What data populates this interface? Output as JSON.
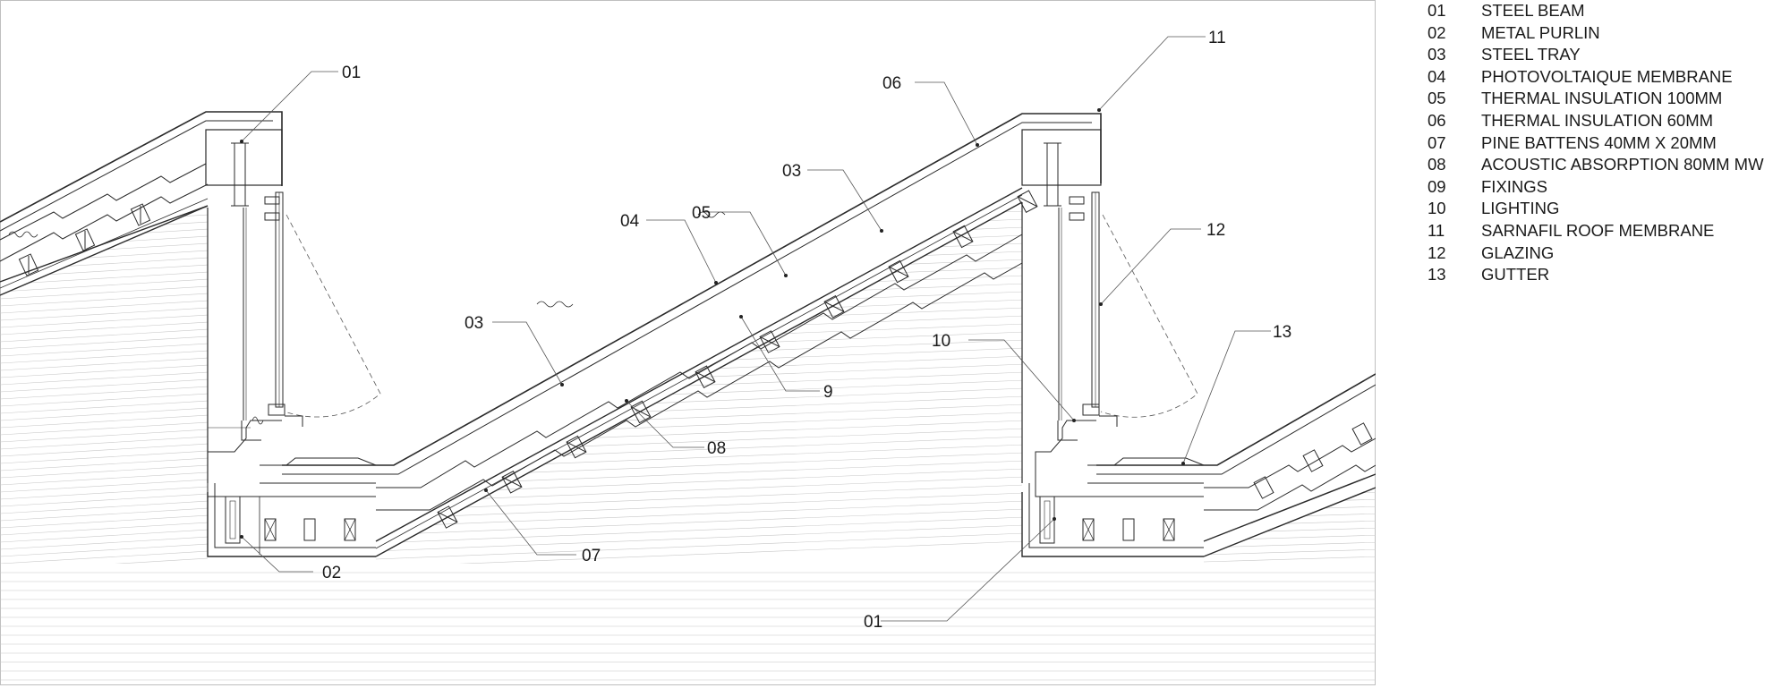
{
  "legend": [
    {
      "num": "01",
      "text": "STEEL BEAM"
    },
    {
      "num": "02",
      "text": "METAL PURLIN"
    },
    {
      "num": "03",
      "text": "STEEL TRAY"
    },
    {
      "num": "04",
      "text": "PHOTOVOLTAIQUE MEMBRANE"
    },
    {
      "num": "05",
      "text": "THERMAL INSULATION 100MM"
    },
    {
      "num": "06",
      "text": "THERMAL INSULATION  60MM"
    },
    {
      "num": "07",
      "text": "PINE BATTENS 40MM X 20MM"
    },
    {
      "num": "08",
      "text": "ACOUSTIC ABSORPTION 80MM MW"
    },
    {
      "num": "09",
      "text": "FIXINGS"
    },
    {
      "num": "10",
      "text": "LIGHTING"
    },
    {
      "num": "11",
      "text": "SARNAFIL ROOF MEMBRANE"
    },
    {
      "num": "12",
      "text": "GLAZING"
    },
    {
      "num": "13",
      "text": "GUTTER"
    }
  ],
  "callouts": {
    "c01_top": "01",
    "c11": "11",
    "c06": "06",
    "c03_upper": "03",
    "c04": "04",
    "c05": "05",
    "c12": "12",
    "c03_lower": "03",
    "c10": "10",
    "c13": "13",
    "c9": "9",
    "c08": "08",
    "c07": "07",
    "c02": "02",
    "c01_bottom": "01"
  }
}
